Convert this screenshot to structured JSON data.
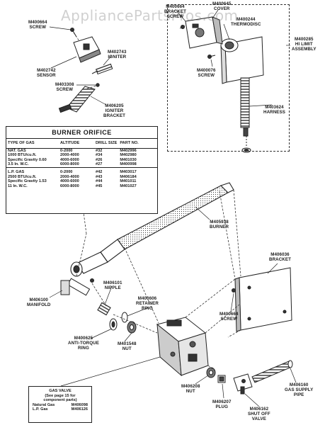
{
  "watermark": "AppliancePartsPros.com",
  "labels": {
    "screw_top": [
      "M400664",
      "SCREW"
    ],
    "sensor": [
      "M402742",
      "SENSOR"
    ],
    "igniter": [
      "M402743",
      "IGNITER"
    ],
    "screw_left": [
      "M403308",
      "SCREW"
    ],
    "igniter_bracket": [
      "M406205",
      "IGNITER",
      "BRACKET"
    ],
    "bracket_top": [
      "M400664",
      "BRACKET",
      "SCREW"
    ],
    "cover": [
      "M400645",
      "COVER"
    ],
    "thermodisc": [
      "M400244",
      "THERMODISC"
    ],
    "screw_mid": [
      "M400076",
      "SCREW"
    ],
    "hi_limit": [
      "M400285",
      "HI LIMIT",
      "ASSEMBLY"
    ],
    "harness": [
      "M403624",
      "HARNESS"
    ],
    "burner": [
      "M405938",
      "BURNER"
    ],
    "manifold": [
      "M406100",
      "MANIFOLD"
    ],
    "nipple": [
      "M406101",
      "NIPPLE"
    ],
    "retainer_ring": [
      "M400606",
      "RETAINER",
      "RING"
    ],
    "anti_torque": [
      "M400625",
      "ANTI-TORQUE",
      "RING"
    ],
    "nut_ring": [
      "M401548",
      "NUT"
    ],
    "bracket_right": [
      "M406036",
      "BRACKET"
    ],
    "screw_right": [
      "M400664",
      "SCREW"
    ],
    "nut_bottom": [
      "M406208",
      "NUT"
    ],
    "plug": [
      "M406207",
      "PLUG"
    ],
    "shutoff": [
      "M406162",
      "SHUT OFF",
      "VALVE"
    ],
    "supply_pipe": [
      "M406160",
      "GAS SUPPLY",
      "PIPE"
    ]
  },
  "orifice_table": {
    "title": "BURNER ORIFICE",
    "headers": [
      "TYPE OF GAS",
      "ALTITUDE",
      "DRILL SIZE",
      "PART NO."
    ],
    "groups": [
      {
        "gas": [
          "NAT. GAS",
          "1000 BTU/cu.ft.",
          "Specific Gravity 0.60",
          "3.5 In. W.C."
        ],
        "rows": [
          [
            "0-2000",
            "#32",
            "M402996"
          ],
          [
            "2000-4000",
            "#34",
            "M402980"
          ],
          [
            "4000-6000",
            "#26",
            "M401030"
          ],
          [
            "6000-8000",
            "#27",
            "M400998"
          ]
        ]
      },
      {
        "gas": [
          "L.P. GAS",
          "2500 BTU/cu.ft.",
          "Specific Gravity 1.53",
          "11 In. W.C."
        ],
        "rows": [
          [
            "0-2000",
            "#42",
            "M403017"
          ],
          [
            "2000-4000",
            "#43",
            "M406184"
          ],
          [
            "4000-6000",
            "#44",
            "M401011"
          ],
          [
            "6000-8000",
            "#45",
            "M401027"
          ]
        ]
      }
    ]
  },
  "gas_valve": {
    "title": "GAS VALVE",
    "note": [
      "(See page 15 for",
      "component parts)"
    ],
    "rows": [
      [
        "Natural Gas",
        "M406098"
      ],
      [
        "L.P. Gas",
        "M406126"
      ]
    ]
  }
}
